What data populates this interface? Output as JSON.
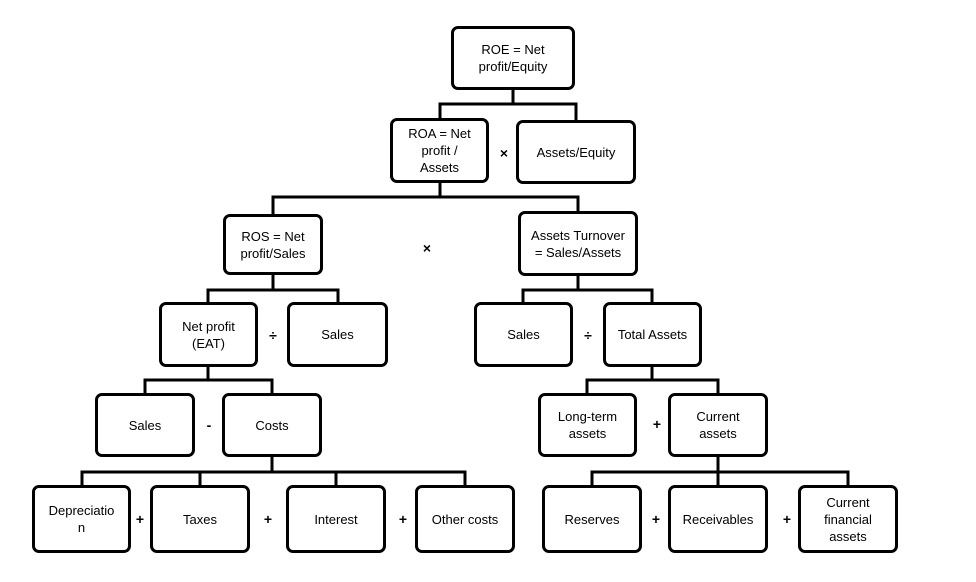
{
  "nodes": {
    "roe": "ROE = Net\nprofit/Equity",
    "roa": "ROA = Net\nprofit /\nAssets",
    "assets_equity": "Assets/Equity",
    "ros": "ROS = Net\nprofit/Sales",
    "assets_turnover": "Assets Turnover\n= Sales/Assets",
    "net_profit_eat": "Net profit\n(EAT)",
    "sales_left": "Sales",
    "sales_right": "Sales",
    "total_assets": "Total Assets",
    "sales_bottom": "Sales",
    "costs": "Costs",
    "long_term_assets": "Long-term\nassets",
    "current_assets": "Current\nassets",
    "depreciation": "Depreciatio\nn",
    "taxes": "Taxes",
    "interest": "Interest",
    "other_costs": "Other costs",
    "reserves": "Reserves",
    "receivables": "Receivables",
    "current_financial_assets": "Current\nfinancial\nassets"
  },
  "operators": {
    "times_roa_assets_equity": "×",
    "times_ros_turnover": "×",
    "divide_profit_sales": "÷",
    "divide_sales_total_assets": "÷",
    "minus_sales_costs": "-",
    "plus_longterm_current": "+",
    "plus_dep_taxes": "+",
    "plus_taxes_interest": "+",
    "plus_interest_other": "+",
    "plus_reserves_receivables": "+",
    "plus_receivables_financial": "+"
  }
}
